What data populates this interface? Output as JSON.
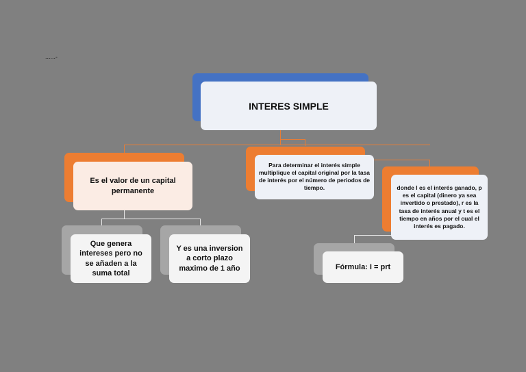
{
  "colors": {
    "background": "#808080",
    "root_back": "#4472c4",
    "orange_back": "#ed7d31",
    "gray_back": "#a6a6a6",
    "card_fill": "#f2f4f8",
    "connector_orange": "#e87d35",
    "connector_light": "#e0e0e0"
  },
  "mark": "......-",
  "root": {
    "label": "INTERES SIMPLE"
  },
  "branch_left": {
    "label": "Es el valor de un capital permanente"
  },
  "branch_middle": {
    "label": "Para determinar el interés simple multiplique el capital original por la tasa de interés por el número de periodos de tiempo."
  },
  "branch_right": {
    "label": "donde I es el interés ganado, p es el capital (dinero ya sea invertido o prestado), r es la tasa de interés anual y t es el tiempo en años por el cual el interés es pagado."
  },
  "leaf_left_1": {
    "label": "Que genera intereses pero no se añaden a la suma total"
  },
  "leaf_left_2": {
    "label": "Y es una inversion a corto plazo maximo de 1 año"
  },
  "leaf_formula": {
    "label": "Fórmula: I = prt"
  }
}
